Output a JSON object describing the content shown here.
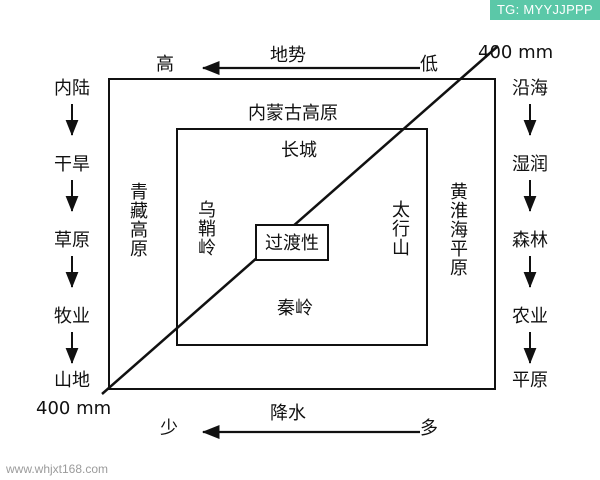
{
  "badge": {
    "text": "TG: MYYJJPPP"
  },
  "watermark": {
    "text": "www.whjxt168.com"
  },
  "diagram": {
    "top_axis": {
      "title": "地势",
      "left_end": "高",
      "right_end": "低"
    },
    "bottom_axis": {
      "title": "降水",
      "left_end": "少",
      "right_end": "多"
    },
    "corner_labels": {
      "top_right": "400 mm",
      "bottom_left": "400 mm"
    },
    "left_chain": [
      "内陆",
      "干旱",
      "草原",
      "牧业",
      "山地"
    ],
    "right_chain": [
      "沿海",
      "湿润",
      "森林",
      "农业",
      "平原"
    ],
    "inner_labels": {
      "plateau_top": "内蒙古高原",
      "great_wall": "长城",
      "qinghai_tibet": "青藏高原",
      "wuqiao_ridge": "乌鞘岭",
      "taihang": "太行山",
      "huanghuaihai": "黄淮海平原",
      "qinling": "秦岭",
      "center_box": "过渡性"
    }
  },
  "colors": {
    "badge_bg": "#5bc8a8",
    "badge_text": "#ffffff",
    "line": "#111111",
    "watermark": "#9b9b9b"
  }
}
